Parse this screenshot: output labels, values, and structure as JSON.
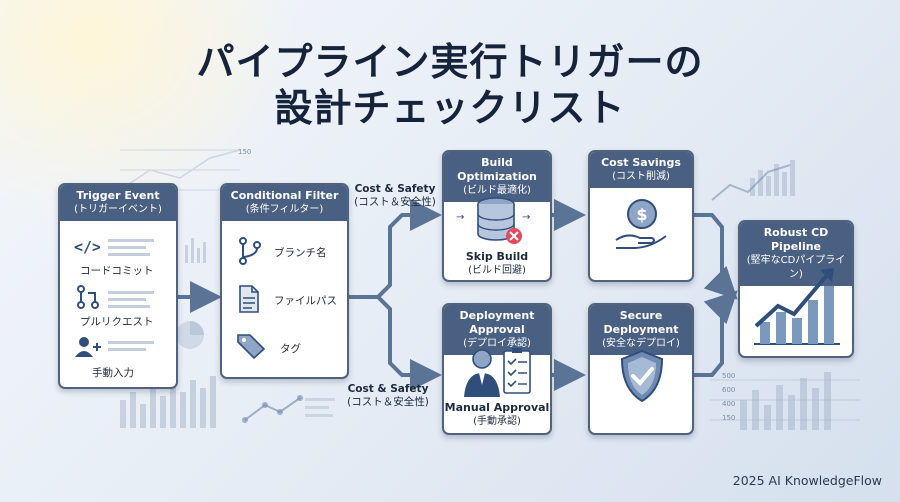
{
  "title": {
    "line1": "パイプライン実行トリガーの",
    "line2": "設計チェックリスト"
  },
  "trigger": {
    "title": "Trigger Event",
    "subtitle": "(トリガーイベント)",
    "items": [
      "コードコミット",
      "プルリクエスト",
      "手動入力"
    ]
  },
  "filter": {
    "title": "Conditional Filter",
    "subtitle": "(条件フィルター)",
    "items": [
      "ブランチ名",
      "ファイルパス",
      "タグ"
    ]
  },
  "routes": {
    "top_en": "Cost & Safety",
    "top_jp": "(コスト＆安全性)",
    "bottom_en": "Cost & Safety",
    "bottom_jp": "(コスト＆安全性)"
  },
  "build": {
    "title": "Build Optimization",
    "subtitle": "(ビルド最適化)",
    "label": "Skip Build",
    "label_sub": "(ビルド回避)"
  },
  "cost": {
    "title": "Cost Savings",
    "subtitle": "(コスト削減)"
  },
  "approval": {
    "title": "Deployment Approval",
    "subtitle": "(デプロイ承認)",
    "label": "Manual Approval",
    "label_sub": "(手動承認)"
  },
  "secure": {
    "title": "Secure Deployment",
    "subtitle": "(安全なデプロイ)"
  },
  "robust": {
    "title": "Robust CD Pipeline",
    "subtitle": "(堅牢なCDパイプライン)"
  },
  "bg_ticks": {
    "t1": "150",
    "t2": "500",
    "t3": "600",
    "t4": "400",
    "t5": "150"
  },
  "footer": "2025 AI KnowledgeFlow",
  "colors": {
    "header": "#4a6082",
    "border": "#50627c",
    "arrow": "#5b7496",
    "accent": "#2f4e7a"
  }
}
